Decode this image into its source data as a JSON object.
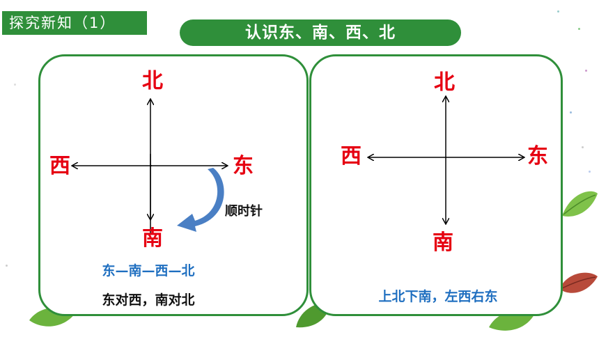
{
  "header": {
    "section_tag": "探究新知（1）",
    "title": "认识东、南、西、北"
  },
  "left_panel": {
    "north": "北",
    "south": "南",
    "east": "东",
    "west": "西",
    "rotation_label": "顺时针",
    "sequence": "东—南—西—北",
    "opposites": "东对西，南对北"
  },
  "right_panel": {
    "north": "北",
    "south": "南",
    "east": "东",
    "west": "西",
    "rule": "上北下南，左西右东"
  },
  "colors": {
    "green": "#2f8f3a",
    "direction_red": "#e60012",
    "text_blue": "#1f6fc0",
    "arrow_blue": "#4a7fc4"
  }
}
